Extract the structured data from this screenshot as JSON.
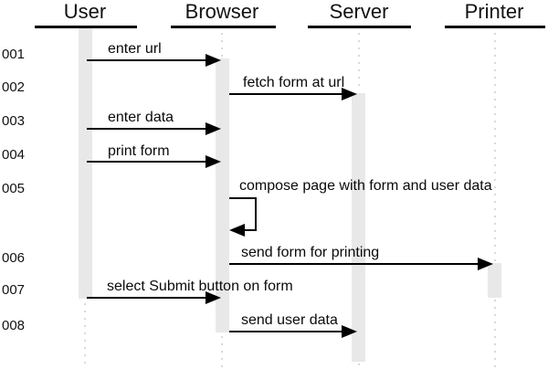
{
  "diagram": {
    "type": "uml-sequence-diagram",
    "actors": [
      {
        "name": "User"
      },
      {
        "name": "Browser"
      },
      {
        "name": "Server"
      },
      {
        "name": "Printer"
      }
    ],
    "row_numbers": [
      "001",
      "002",
      "003",
      "004",
      "005",
      "006",
      "007",
      "008"
    ],
    "messages": [
      {
        "seq": "001",
        "label": "enter url",
        "from": "User",
        "to": "Browser"
      },
      {
        "seq": "002",
        "label": "fetch form at url",
        "from": "Browser",
        "to": "Server"
      },
      {
        "seq": "003",
        "label": "enter data",
        "from": "User",
        "to": "Browser"
      },
      {
        "seq": "004",
        "label": "print form",
        "from": "User",
        "to": "Browser"
      },
      {
        "seq": "005",
        "label": "compose page with form and user data",
        "from": "Browser",
        "to": "Browser",
        "self_message": true
      },
      {
        "seq": "006",
        "label": "send form for printing",
        "from": "Browser",
        "to": "Printer"
      },
      {
        "seq": "007",
        "label": "select Submit button on form",
        "from": "User",
        "to": "Browser"
      },
      {
        "seq": "008",
        "label": "send user data",
        "from": "Browser",
        "to": "Server"
      }
    ],
    "colors": {
      "background": "#ffffff",
      "line": "#000000",
      "activation_bar": "#e8e8e8",
      "lifeline_dots": "#d9d9d9"
    }
  }
}
